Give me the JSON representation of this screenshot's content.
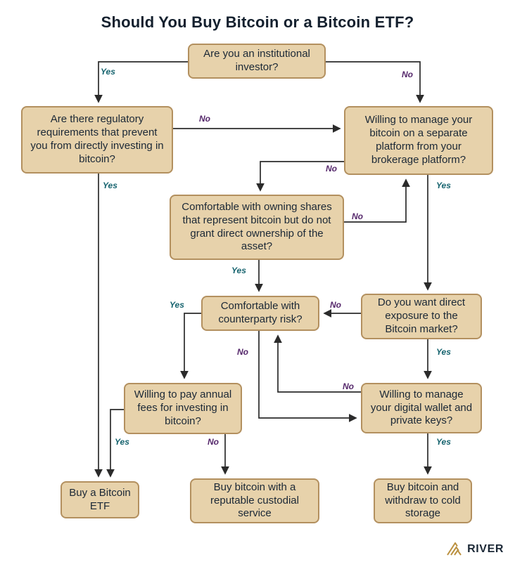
{
  "title": "Should You Buy Bitcoin or a Bitcoin ETF?",
  "brand": "RIVER",
  "diagram_type": "flowchart",
  "colors": {
    "background": "#ffffff",
    "node_fill": "#e7d2ab",
    "node_border": "#b3905f",
    "node_text": "#1b2836",
    "title_text": "#14202e",
    "yes_label": "#17646f",
    "no_label": "#55276b",
    "arrow": "#2b2b2b",
    "logo_gold": "#bb9140"
  },
  "nodes": [
    {
      "id": "institutional",
      "type": "question",
      "label": "Are you an institutional investor?"
    },
    {
      "id": "regulatory",
      "type": "question",
      "label": "Are there regulatory requirements that prevent you from directly investing in bitcoin?"
    },
    {
      "id": "separate-platform",
      "type": "question",
      "label": "Willing to manage your bitcoin on a separate platform from your brokerage platform?"
    },
    {
      "id": "shares",
      "type": "question",
      "label": "Comfortable with owning shares that represent bitcoin but do not grant direct ownership of the asset?"
    },
    {
      "id": "counterparty",
      "type": "question",
      "label": "Comfortable with counterparty risk?"
    },
    {
      "id": "exposure",
      "type": "question",
      "label": "Do you want direct exposure to the Bitcoin market?"
    },
    {
      "id": "fees",
      "type": "question",
      "label": "Willing to pay annual fees for investing in bitcoin?"
    },
    {
      "id": "wallet",
      "type": "question",
      "label": "Willing to manage your digital wallet and private keys?"
    },
    {
      "id": "buy-etf",
      "type": "outcome",
      "label": "Buy a Bitcoin ETF"
    },
    {
      "id": "buy-custodial",
      "type": "outcome",
      "label": "Buy bitcoin with a reputable custodial service"
    },
    {
      "id": "buy-cold-storage",
      "type": "outcome",
      "label": "Buy bitcoin and withdraw to cold storage"
    }
  ],
  "edges": [
    {
      "from": "institutional",
      "to": "regulatory",
      "label": "Yes"
    },
    {
      "from": "institutional",
      "to": "separate-platform",
      "label": "No"
    },
    {
      "from": "regulatory",
      "to": "separate-platform",
      "label": "No"
    },
    {
      "from": "regulatory",
      "to": "buy-etf",
      "label": "Yes"
    },
    {
      "from": "separate-platform",
      "to": "shares",
      "label": "No"
    },
    {
      "from": "shares",
      "to": "separate-platform",
      "label": "No"
    },
    {
      "from": "separate-platform",
      "to": "exposure",
      "label": "Yes"
    },
    {
      "from": "shares",
      "to": "counterparty",
      "label": "Yes"
    },
    {
      "from": "exposure",
      "to": "counterparty",
      "label": "No"
    },
    {
      "from": "counterparty",
      "to": "fees",
      "label": "Yes"
    },
    {
      "from": "exposure",
      "to": "wallet",
      "label": "Yes"
    },
    {
      "from": "counterparty",
      "to": "wallet",
      "label": "No"
    },
    {
      "from": "wallet",
      "to": "counterparty",
      "label": "No"
    },
    {
      "from": "fees",
      "to": "buy-etf",
      "label": "Yes"
    },
    {
      "from": "fees",
      "to": "buy-custodial",
      "label": "No"
    },
    {
      "from": "wallet",
      "to": "buy-cold-storage",
      "label": "Yes"
    }
  ]
}
